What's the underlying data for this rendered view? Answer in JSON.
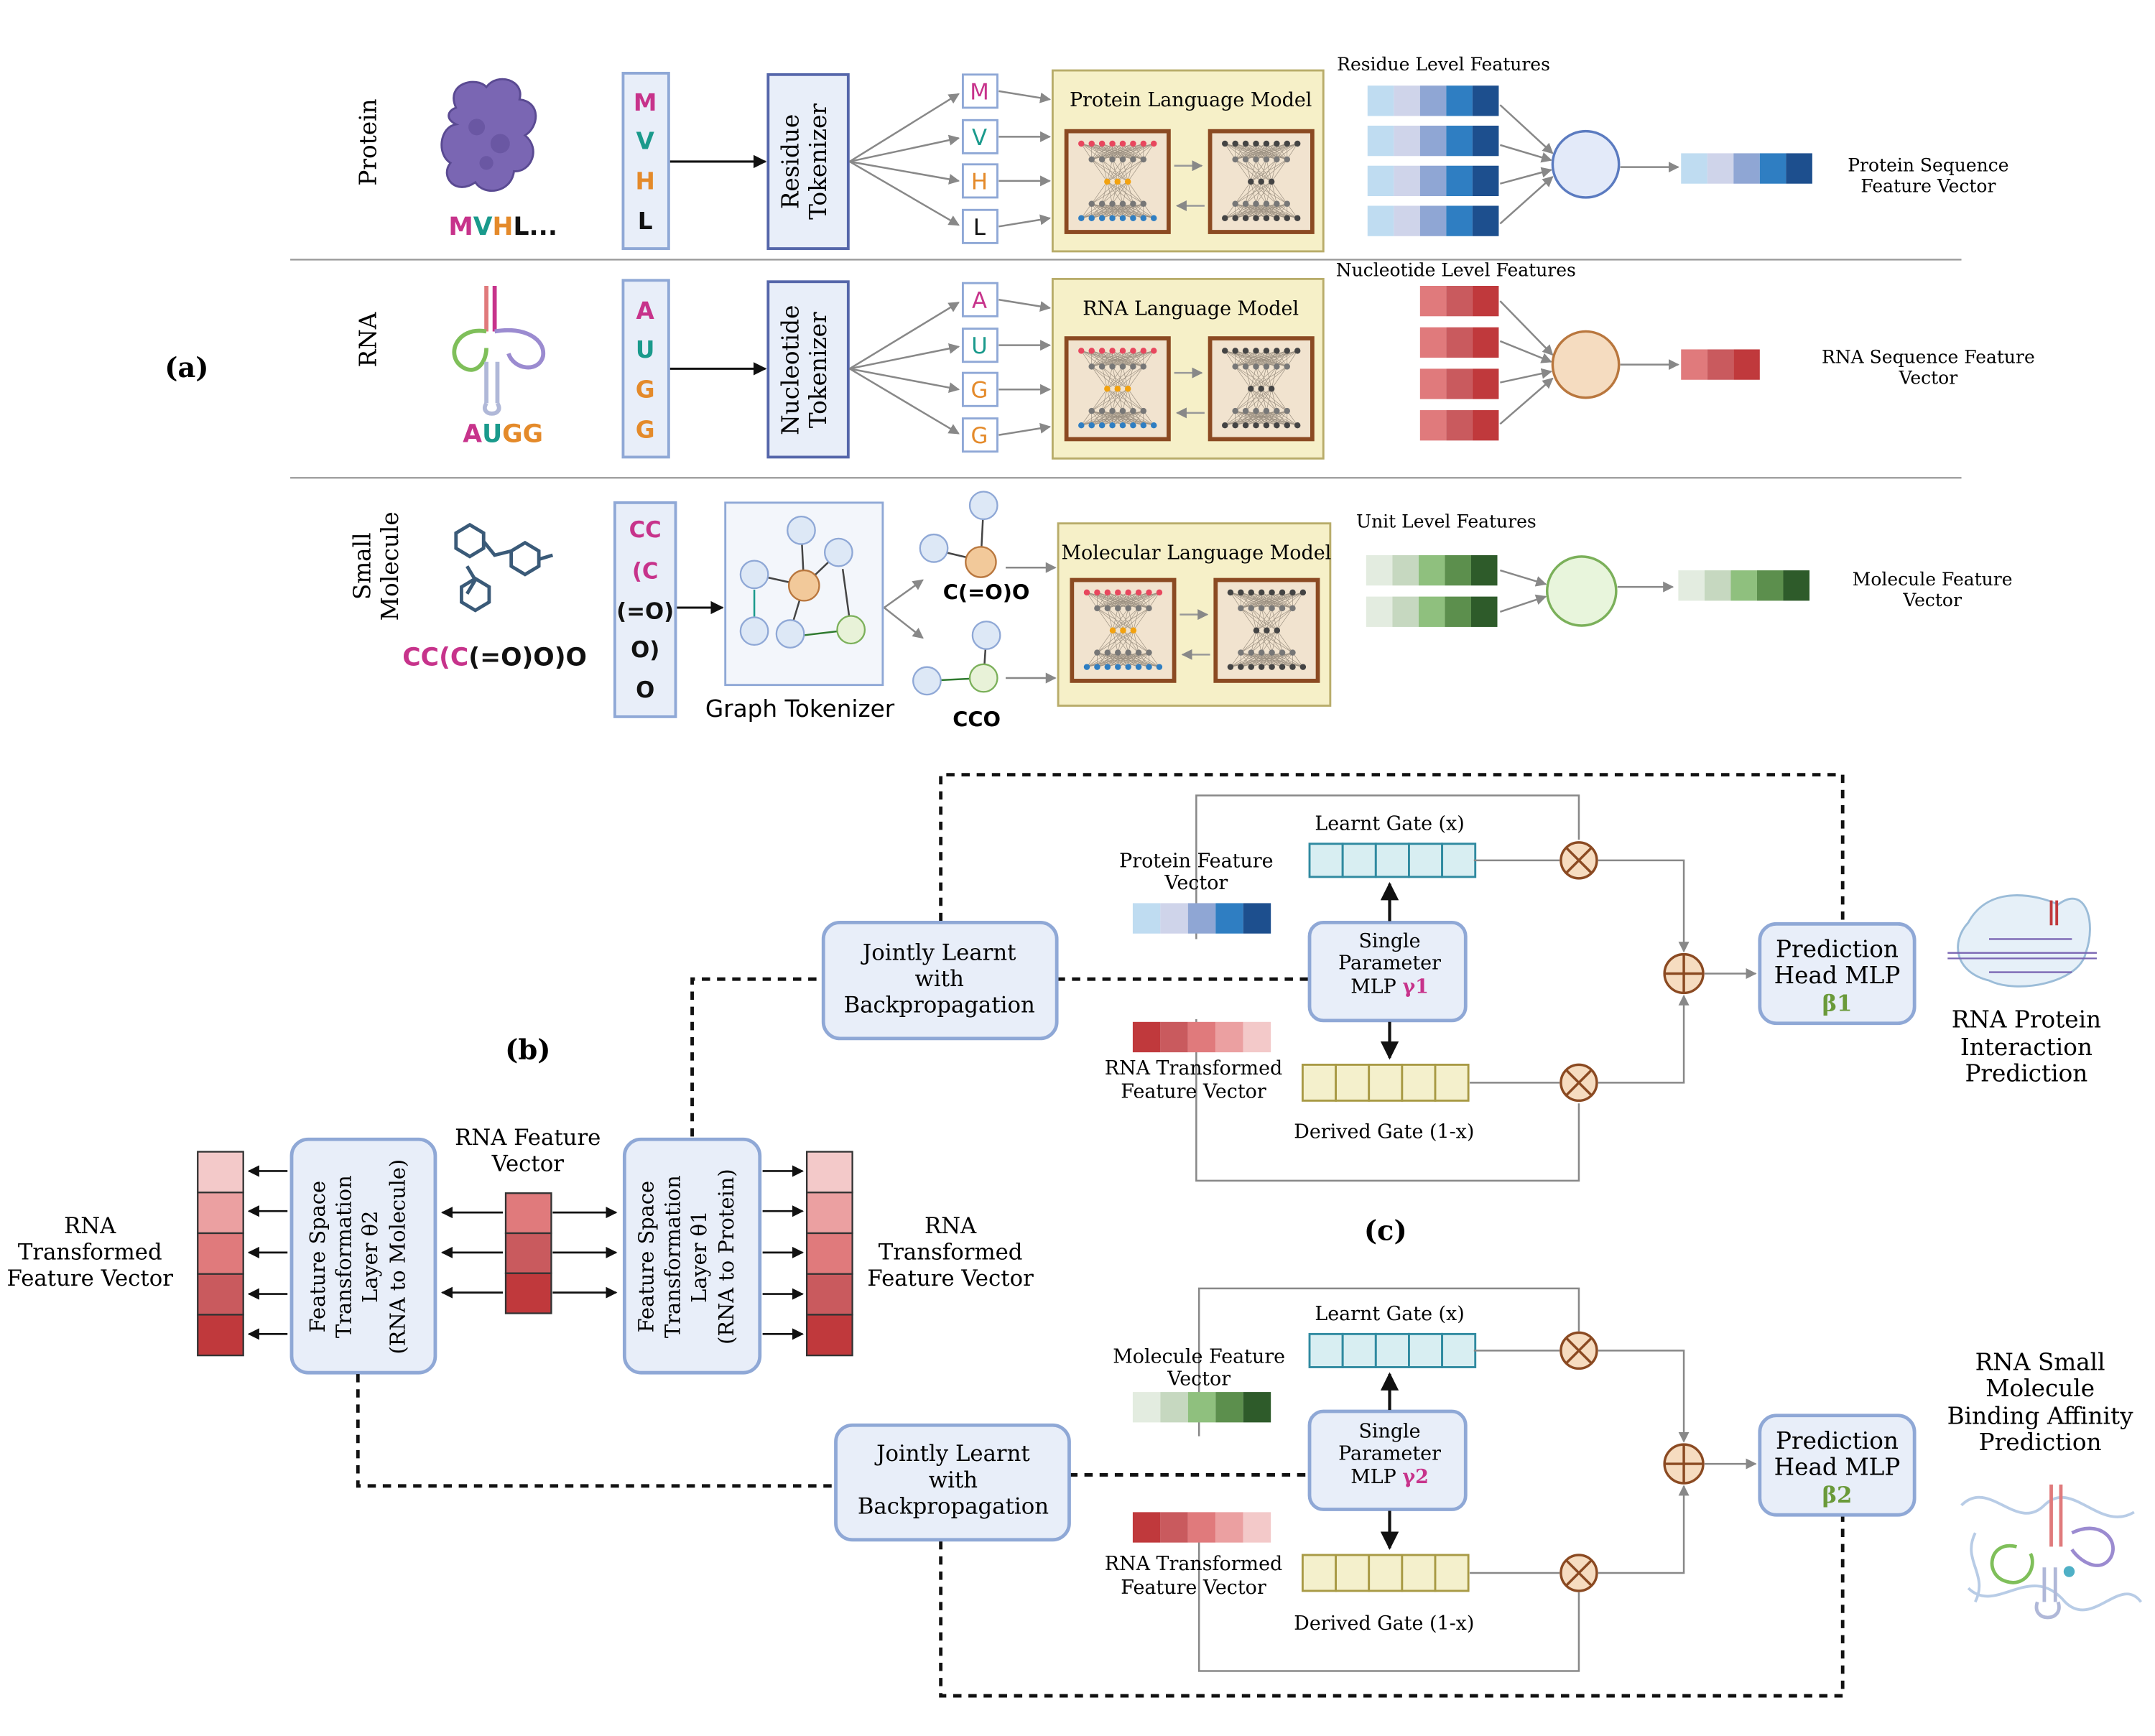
{
  "panel_labels": {
    "a": "(a)",
    "b": "(b)",
    "c": "(c)"
  },
  "colors": {
    "protein_blues": [
      "#bfdcf1",
      "#cfd4ea",
      "#8fa6d4",
      "#2f7ec2",
      "#1d4f8e"
    ],
    "rna_reds": [
      "#e07a7c",
      "#c95a5e",
      "#c0393c"
    ],
    "rna_transformed": [
      "#f3c9c9",
      "#eba0a1",
      "#e07a7c",
      "#c95a5e",
      "#c0393c"
    ],
    "molecule_greens": [
      "#e3ece0",
      "#c6d8c0",
      "#8fc07e",
      "#5c8f4d",
      "#2e5b2a"
    ],
    "magenta": "#c7338b",
    "teal": "#1a9a8c",
    "orange": "#e48a2a",
    "accent_box_fill": "#e8eef9",
    "accent_box_stroke": "#8fa8d6",
    "model_box_fill": "#f6f0c8",
    "net_fill": "#f1e3cf",
    "net_stroke": "#8b4a22",
    "gate_learnt": "#d8eef2",
    "gate_derived": "#f4f0cc"
  },
  "protein": {
    "row_label": "Protein",
    "image_caption": [
      "M",
      "V",
      "H",
      "L..."
    ],
    "tokens": [
      "M",
      "V",
      "H",
      "L"
    ],
    "tokenizer": [
      "Residue",
      "Tokenizer"
    ],
    "model": "Protein Language Model",
    "features_title": "Residue Level Features",
    "output_label": [
      "Protein Sequence",
      "Feature Vector"
    ]
  },
  "rna": {
    "row_label": "RNA",
    "image_caption": [
      "A",
      "U",
      "G",
      "G"
    ],
    "tokens": [
      "A",
      "U",
      "G",
      "G"
    ],
    "tokenizer": [
      "Nucleotide",
      "Tokenizer"
    ],
    "model": "RNA Language Model",
    "features_title": "Nucleotide Level Features",
    "output_label": [
      "RNA Sequence Feature",
      "Vector"
    ]
  },
  "molecule": {
    "row_label": [
      "Small",
      "Molecule"
    ],
    "smiles_caption": [
      "CC(",
      "C",
      "(=O)O)O"
    ],
    "tokens": [
      "CC",
      "(C",
      "(=O)",
      "O)",
      "O"
    ],
    "tokenizer": "Graph Tokenizer",
    "fragments": [
      "C(=O)O",
      "CCO"
    ],
    "model": "Molecular Language Model",
    "features_title": "Unit Level Features",
    "output_label": [
      "Molecule Feature",
      "Vector"
    ]
  },
  "panel_b": {
    "left_label": [
      "RNA",
      "Transformed",
      "Feature Vector"
    ],
    "right_label": [
      "RNA",
      "Transformed",
      "Feature Vector"
    ],
    "center_label": [
      "RNA Feature",
      "Vector"
    ],
    "layer_left": [
      "Feature Space",
      "Transformation",
      "Layer θ2",
      "(RNA to Molecule)"
    ],
    "layer_right": [
      "Feature Space",
      "Transformation",
      "Layer θ1",
      "(RNA to Protein)"
    ]
  },
  "panel_c": {
    "top": {
      "jointly": [
        "Jointly Learnt",
        "with",
        "Backpropagation"
      ],
      "learnt_gate": "Learnt Gate (x)",
      "derived_gate": "Derived Gate (1-x)",
      "feature_label": [
        "Protein Feature",
        "Vector"
      ],
      "rna_label": [
        "RNA Transformed",
        "Feature Vector"
      ],
      "mlp": [
        "Single",
        "Parameter",
        "MLP",
        "γ1"
      ],
      "head": [
        "Prediction",
        "Head MLP",
        "β1"
      ],
      "task": [
        "RNA Protein",
        "Interaction",
        "Prediction"
      ]
    },
    "bottom": {
      "jointly": [
        "Jointly Learnt",
        "with",
        "Backpropagation"
      ],
      "learnt_gate": "Learnt Gate (x)",
      "derived_gate": "Derived Gate (1-x)",
      "feature_label": [
        "Molecule Feature",
        "Vector"
      ],
      "rna_label": [
        "RNA Transformed",
        "Feature Vector"
      ],
      "mlp": [
        "Single",
        "Parameter",
        "MLP",
        "γ2"
      ],
      "head": [
        "Prediction",
        "Head MLP",
        "β2"
      ],
      "task": [
        "RNA Small",
        "Molecule",
        "Binding Affinity",
        "Prediction"
      ]
    }
  }
}
